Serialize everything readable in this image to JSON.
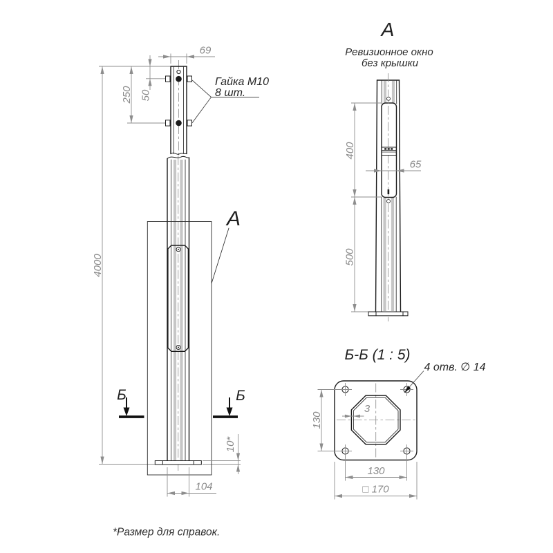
{
  "labels": {
    "view_a_ref": "А",
    "section_b_left": "Б",
    "section_b_right": "Б",
    "nut_callout_line1": "Гайка М10",
    "nut_callout_line2": "8 шт.",
    "view_a_title": "А",
    "view_a_subtitle1": "Ревизионное окно",
    "view_a_subtitle2": "без крышки",
    "section_bb_title": "Б-Б (1 : 5)",
    "holes_callout": "4 отв. ∅ 14",
    "footnote": "*Размер для справок."
  },
  "dimensions": {
    "pole_height": "4000",
    "top_width": "69",
    "nut_top_offset": "50",
    "nut_bottom_offset": "250",
    "base_plate_thickness": "10*",
    "pole_base_width": "104",
    "window_height": "400",
    "window_width": "65",
    "window_bottom_offset": "500",
    "bolt_spacing_vertical": "130",
    "bolt_spacing_horizontal": "130",
    "plate_size": "□ 170",
    "wall_thickness": "3"
  },
  "colors": {
    "outline": "#1b1b1b",
    "dimension": "#8d8d8d",
    "facet_shading": "#c6c6c6",
    "background": "#ffffff"
  }
}
